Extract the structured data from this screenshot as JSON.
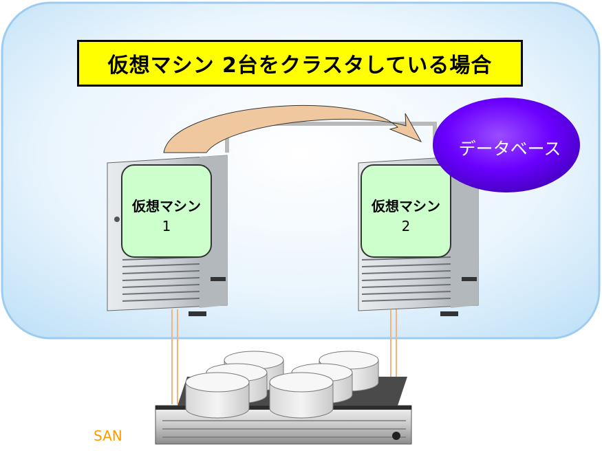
{
  "title": "仮想マシン 2台をクラスタしている場合",
  "vms": [
    {
      "name": "仮想マシン",
      "number": "1"
    },
    {
      "name": "仮想マシン",
      "number": "2"
    }
  ],
  "database": {
    "label": "データベース"
  },
  "storage": {
    "label": "SAN"
  },
  "colors": {
    "background_panel": "#d6ecfb",
    "panel_border": "#9ecbf0",
    "title_fill": "#ffff00",
    "vm_fill": "#ccffcc",
    "arrow": "#f0c8a0",
    "database": "#6a00ff",
    "san_label": "#ff9900",
    "cables": "#f5b27a"
  },
  "icons": {
    "server": "server-tower-icon",
    "storage": "storage-array-icon",
    "disk": "disk-cylinder-icon"
  }
}
